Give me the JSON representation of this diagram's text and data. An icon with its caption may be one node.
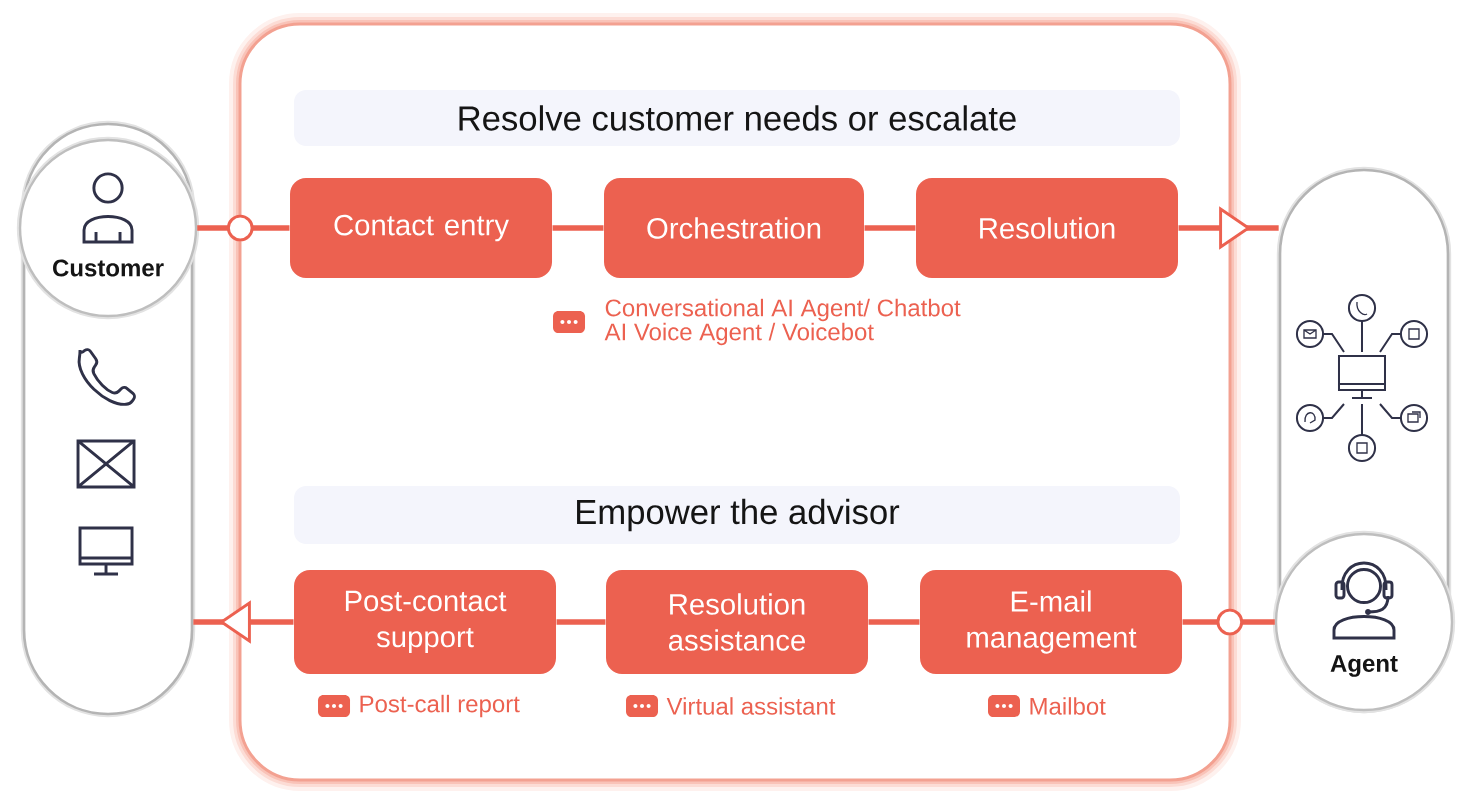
{
  "diagram": {
    "nodes": [
      {
        "text": [],
        "shape": "box"
      },
      {
        "text": [
          "Customer"
        ],
        "in": 0
      },
      {
        "text": [],
        "shape": "box"
      },
      {
        "text": [
          "Resolve customer needs or escalate"
        ],
        "in": 2
      },
      {
        "text": [
          "Contact entry"
        ],
        "in": 2
      },
      {
        "text": [
          "Orchestration"
        ],
        "in": 2,
        "beside": [
          "Conversational AI Agent/ Chatbot",
          "AI Voice Agent / Voicebot"
        ]
      },
      {
        "text": [
          "Resolution"
        ],
        "in": 2
      },
      {
        "text": [
          "Empower the advisor"
        ],
        "in": 2
      },
      {
        "text": [
          "Post-contact support"
        ],
        "in": 2,
        "beside": [
          "Post-call report"
        ]
      },
      {
        "text": [
          "Resolution assistance"
        ],
        "in": 2,
        "beside": [
          "Virtual assistant"
        ]
      },
      {
        "text": [
          "E-mail management"
        ],
        "in": 2,
        "beside": [
          "Mailbot"
        ]
      },
      {
        "text": [],
        "shape": "box"
      },
      {
        "text": [
          "Agent"
        ],
        "in": 11
      }
    ],
    "edges": [
      {
        "from": 1,
        "to": 4,
        "arrow": "other"
      },
      {
        "from": 4,
        "to": 5,
        "arrow": "none"
      },
      {
        "from": 5,
        "to": 6,
        "arrow": "none"
      },
      {
        "from": 6,
        "to": 11,
        "arrow": "to"
      },
      {
        "from": 12,
        "to": 10,
        "arrow": "other"
      },
      {
        "from": 10,
        "to": 9,
        "arrow": "none"
      },
      {
        "from": 9,
        "to": 8,
        "arrow": "none"
      },
      {
        "from": 8,
        "to": 0,
        "arrow": "to"
      }
    ]
  }
}
